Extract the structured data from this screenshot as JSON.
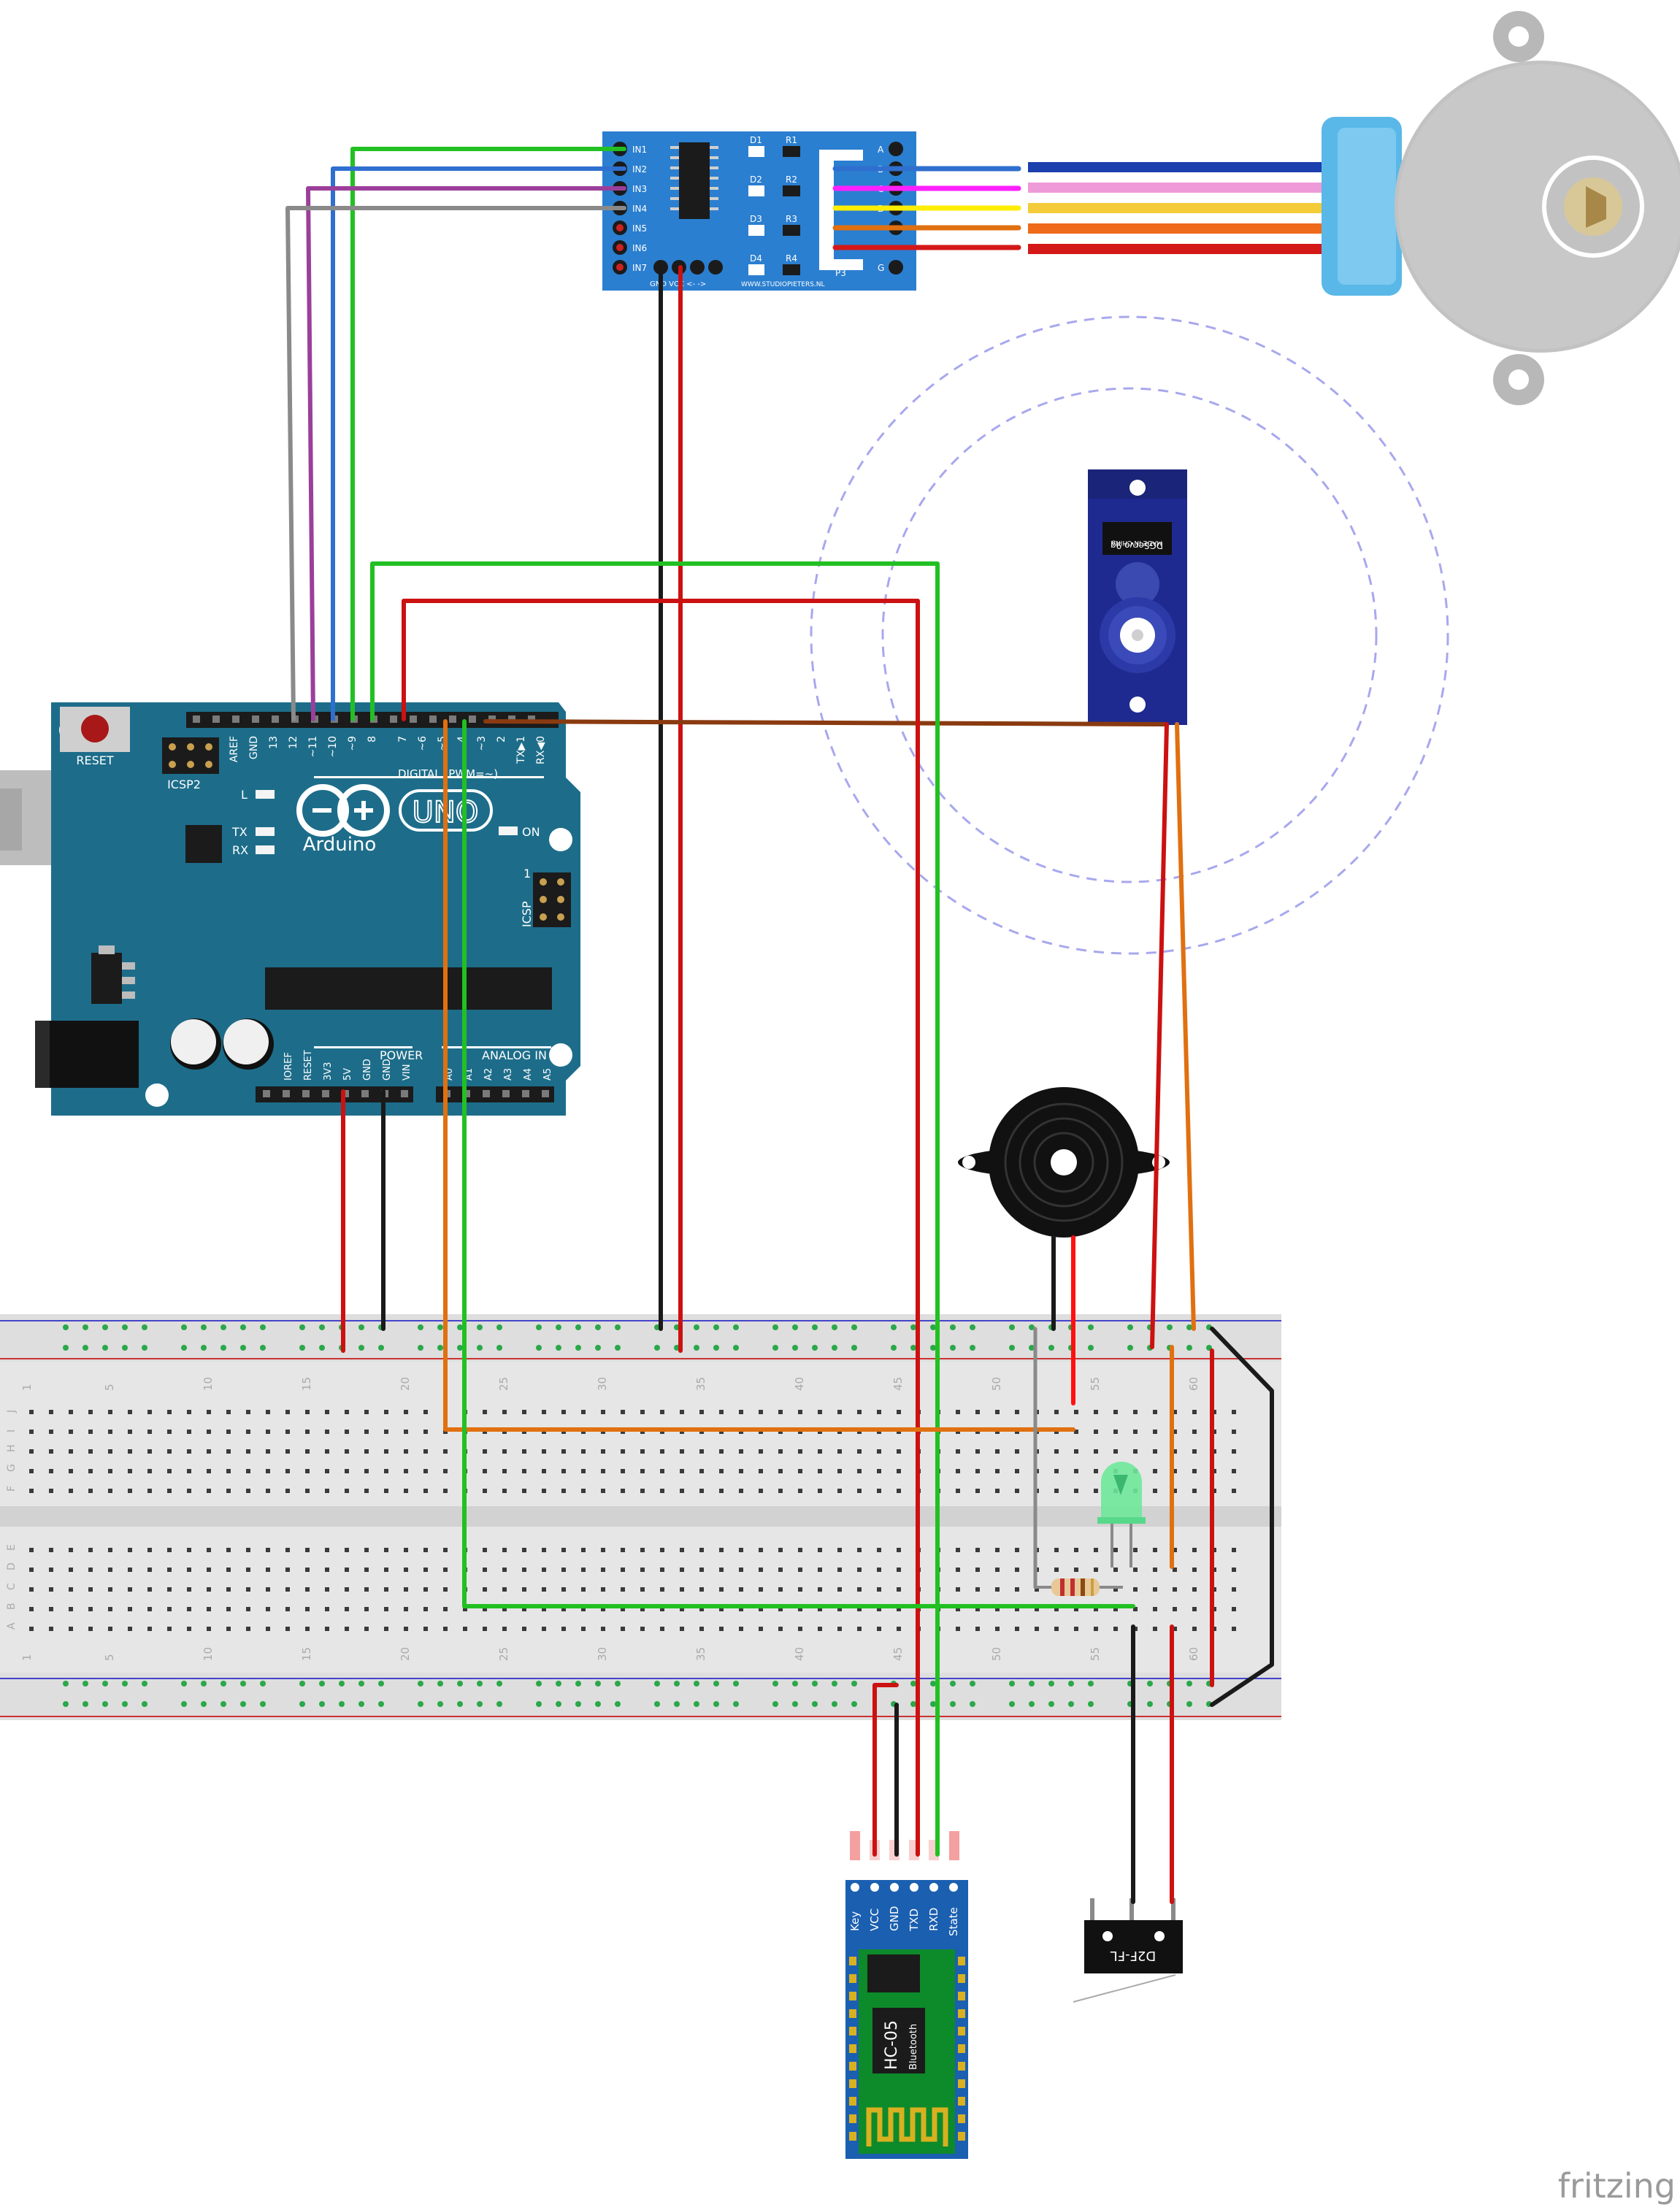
{
  "driver": {
    "pins_left": [
      "IN1",
      "IN2",
      "IN3",
      "IN4",
      "IN5",
      "IN6",
      "IN7"
    ],
    "leds": [
      "D1",
      "D2",
      "D3",
      "D4"
    ],
    "resistors": [
      "R1",
      "R2",
      "R3",
      "R4"
    ],
    "pins_right": [
      "A",
      "B",
      "C",
      "D",
      "G"
    ],
    "p3": "P3",
    "bottom_label": "GND  VCC  <- ->",
    "url": "WWW.STUDIOPIETERS.NL"
  },
  "servo": {
    "made_in": "MADE IN CHINA",
    "model": "DGServo 9g"
  },
  "arduino": {
    "reset": "RESET",
    "icsp2": "ICSP2",
    "top_pins": [
      "AREF",
      "GND",
      "13",
      "12",
      "~11",
      "~10",
      "~9",
      "8",
      "7",
      "~6",
      "~5",
      "4",
      "~3",
      "2",
      "TX▶1",
      "RX◀0"
    ],
    "digital": "DIGITAL (PWM=~)",
    "l_label": "L",
    "tx_label": "TX",
    "rx_label": "RX",
    "on_label": "ON",
    "uno": "UNO",
    "brand": "Arduino",
    "icsp": "ICSP",
    "icsp_1": "1",
    "power_pins": [
      "IOREF",
      "RESET",
      "3V3",
      "5V",
      "GND",
      "GND",
      "VIN"
    ],
    "analog_pins": [
      "A0",
      "A1",
      "A2",
      "A3",
      "A4",
      "A5"
    ],
    "power": "POWER",
    "analog": "ANALOG IN"
  },
  "breadboard": {
    "col_numbers": [
      "1",
      "5",
      "10",
      "15",
      "20",
      "25",
      "30",
      "35",
      "40",
      "45",
      "50",
      "55",
      "60"
    ],
    "rows_top": [
      "J",
      "I",
      "H",
      "G",
      "F"
    ],
    "rows_bottom": [
      "E",
      "D",
      "C",
      "B",
      "A"
    ]
  },
  "hc05": {
    "pins": [
      "Key",
      "VCC",
      "GND",
      "TXD",
      "RXD",
      "State"
    ],
    "model": "HC-05",
    "sub": "Bluetooth"
  },
  "switch_label": "D2F-FL",
  "watermark": "fritzing",
  "colors": {
    "wire_green": "#22c022",
    "wire_red": "#cc1111",
    "wire_black": "#1a1a1a",
    "wire_blue": "#2f6fcf",
    "wire_purple": "#9b3f9b",
    "wire_gray": "#8a8a8a",
    "wire_orange": "#e07010",
    "wire_brown": "#8a3a10",
    "board_blue": "#1d6d8a",
    "driver_blue": "#2b7fd0",
    "servo_blue": "#1f2a90"
  }
}
